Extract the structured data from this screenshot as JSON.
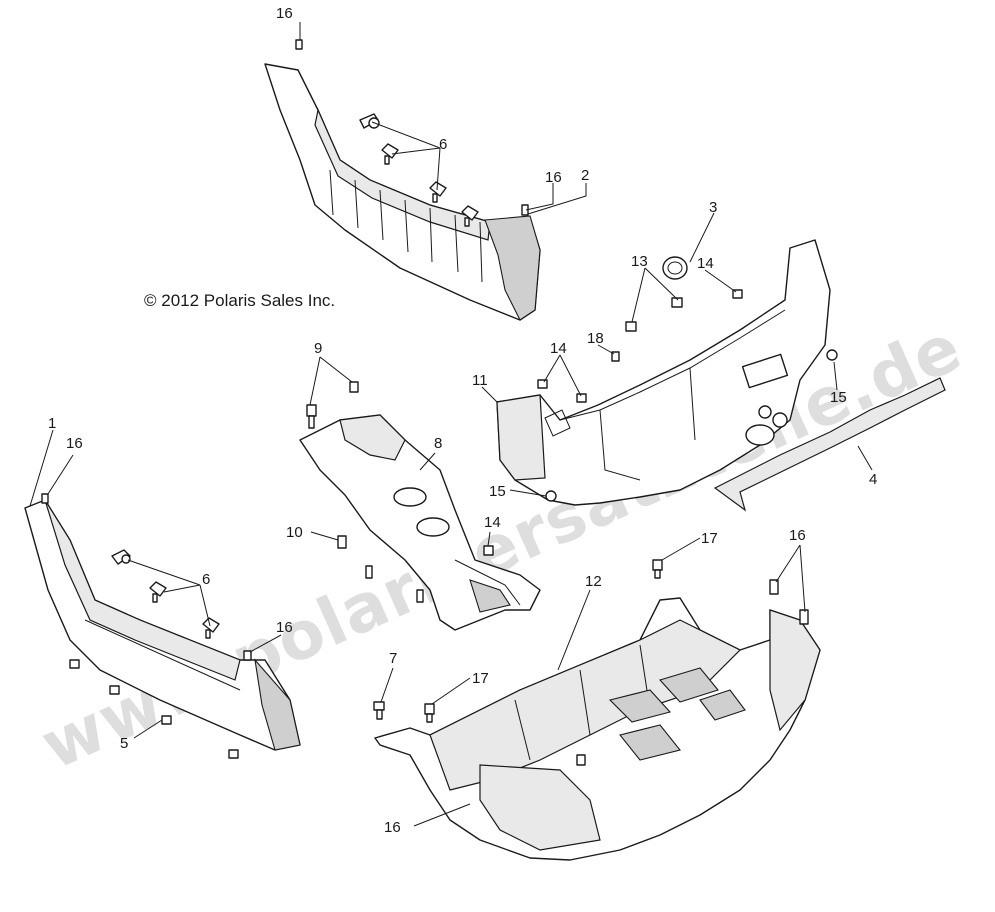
{
  "copyright": "© 2012 Polaris Sales Inc.",
  "watermark": "www.polarisersatzteile.de",
  "callouts": {
    "c16a": "16",
    "c2": "2",
    "c16b": "16",
    "c6a": "6",
    "c3": "3",
    "c13": "13",
    "c14a": "14",
    "c18": "18",
    "c14b": "14",
    "c11": "11",
    "c15a": "15",
    "c15b": "15",
    "c4": "4",
    "c9": "9",
    "c8": "8",
    "c1": "1",
    "c16c": "16",
    "c6b": "6",
    "c10": "10",
    "c14c": "14",
    "c16d": "16",
    "c5": "5",
    "c17a": "17",
    "c16e": "16",
    "c12": "12",
    "c7": "7",
    "c17b": "17",
    "c16f": "16"
  }
}
